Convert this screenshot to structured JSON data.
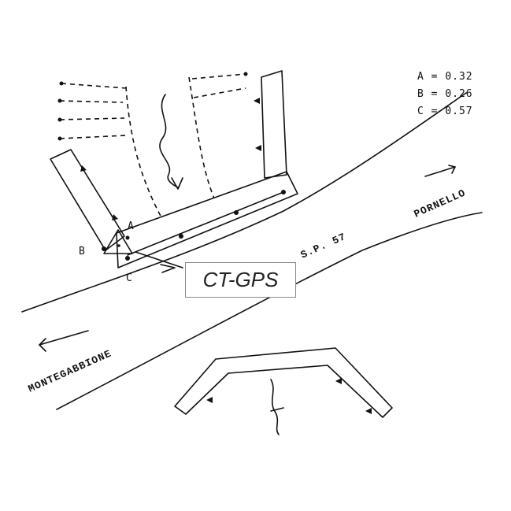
{
  "legend": {
    "items": [
      {
        "label": "A",
        "value": "0.32"
      },
      {
        "label": "B",
        "value": "0.26"
      },
      {
        "label": "C",
        "value": "0.57"
      }
    ]
  },
  "points": {
    "a": "A",
    "b": "B",
    "c": "C"
  },
  "roads": {
    "road_name": "S.P. 57",
    "destination_east": "PORNELLO",
    "destination_west": "MONTEGABBIONE"
  },
  "callout": {
    "label": "CT-GPS"
  }
}
